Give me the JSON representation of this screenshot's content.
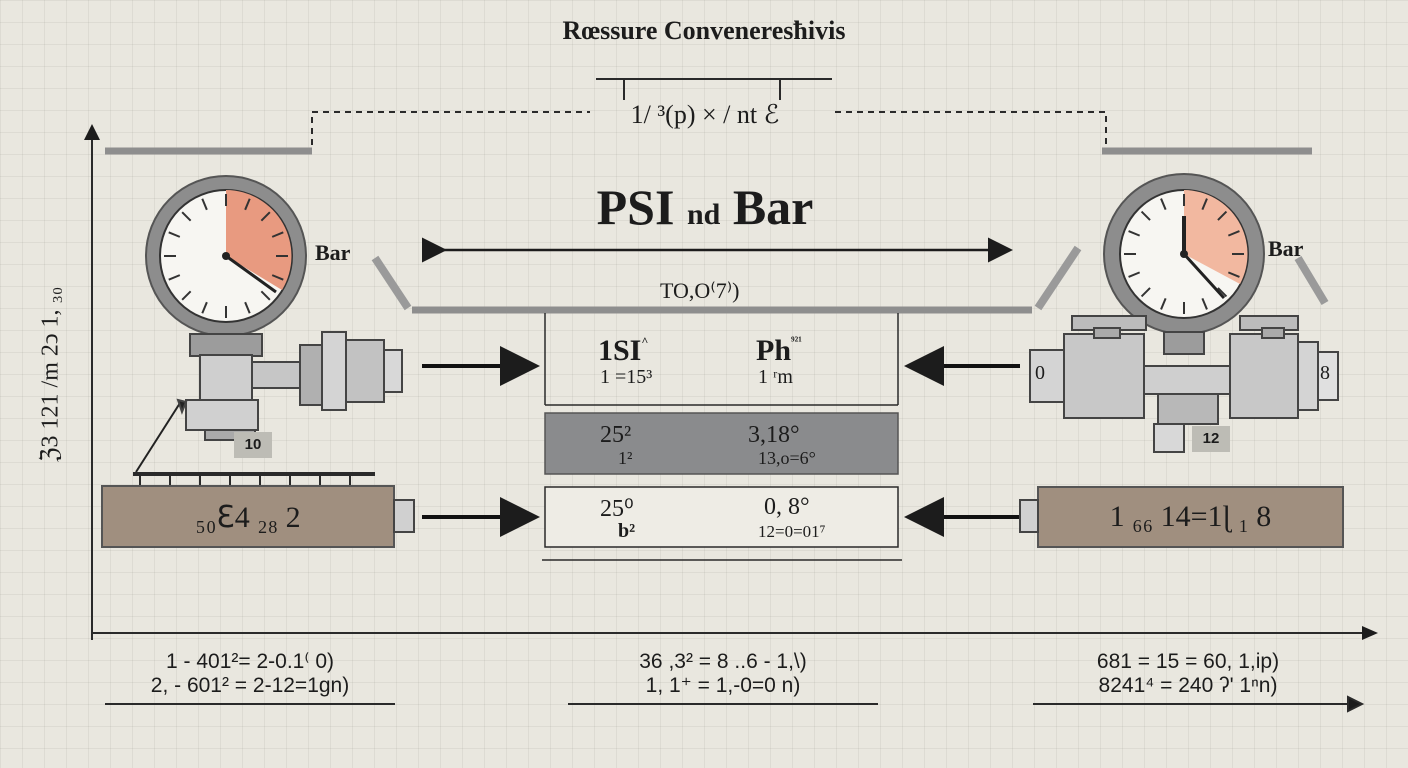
{
  "title": "Rœssure Conveneresħivis",
  "formula": "1/ ³(p) × / nt ℰ",
  "heading": {
    "left": "PSI",
    "mid": "nd",
    "right": "Bar"
  },
  "gauge_labels": {
    "left": "Bar",
    "right": "Bar"
  },
  "y_axis_label": "ℨ3 121 /m 2ↄ 1,  ₃₀",
  "top_panel_label": "TO,O⁽7⁾)",
  "table": {
    "row1": {
      "col1_top": "1SI",
      "col1_sup": "^",
      "col1_bot": "1  =15³",
      "col2_top": "Ph",
      "col2_sup": "⁹²¹",
      "col2_bot": "1  ʳm"
    },
    "row2": {
      "col1_top": "25²",
      "col1_bot": "1²",
      "col2_top": "3,18°",
      "col2_bot": "13,o=6°"
    },
    "row3": {
      "col1_top": "25⁰",
      "col1_bot": "b²",
      "col2_top": "0, 8°",
      "col2_bot": "12=0=01⁷"
    }
  },
  "tags": {
    "left": "10",
    "right": "12"
  },
  "left_box": "₅₀ℇ4 ₂₈ 2",
  "right_box": "1 ₆₆ 14=1ɭ ₁ 8",
  "valve_labels": {
    "left": "0",
    "right": "8"
  },
  "bottom": {
    "left_1": "1 - 401²= 2-0.1⁽  0)",
    "left_2": "2, - 601² = 2-12=1gn)",
    "mid_1": "36 ,3² = 8 ..6 - 1,\\)",
    "mid_2": "1, 1⁺  =  1,-0=0 n)",
    "right_1": "681 = 15 = 60, 1,ip)",
    "right_2": "8241⁴ = 240  ʔ' 1ⁿn)"
  },
  "colors": {
    "accent": "#e8a088",
    "metal": "#8a8a8a",
    "brown": "#a08f7f",
    "cell_gray": "#8a8b8d"
  }
}
